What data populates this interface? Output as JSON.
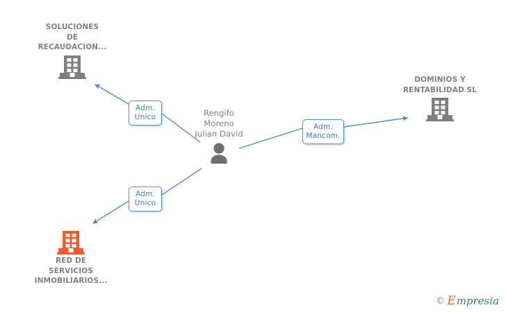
{
  "diagram": {
    "type": "org-relationship-graph",
    "background_color": "#ffffff",
    "edge_color": "#4a8fd4",
    "person_icon_color": "#6e6e6e",
    "company_icon_color": "#7f7f7f",
    "highlight_icon_color": "#f9592a"
  },
  "nodes": {
    "person": {
      "name": "Rengifo\nMoreno\nJulian David",
      "icon": "person-icon",
      "icon_color": "#6e6e6e"
    },
    "soluciones": {
      "name": "SOLUCIONES\nDE\nRECAUDACION...",
      "icon": "building-icon",
      "icon_color": "#7f7f7f",
      "label_position": "above"
    },
    "dominios": {
      "name": "DOMINIOS Y\nRENTABILIDAD SL",
      "icon": "building-icon",
      "icon_color": "#7f7f7f",
      "label_position": "above"
    },
    "red": {
      "name": "RED DE\nSERVICIOS\nINMOBILIARIOS...",
      "icon": "building-icon",
      "icon_color": "#f9592a",
      "label_position": "below"
    }
  },
  "relations": [
    {
      "id": "rel-unico-top",
      "label": "Adm.\nUnico",
      "from": "person",
      "to": "soluciones"
    },
    {
      "id": "rel-mancom",
      "label": "Adm.\nMancom.",
      "from": "person",
      "to": "dominios"
    },
    {
      "id": "rel-unico-bottom",
      "label": "Adm.\nUnico",
      "from": "person",
      "to": "red"
    }
  ],
  "watermark": {
    "copyright": "©",
    "brand_first": "E",
    "brand_rest": "mpresia"
  }
}
